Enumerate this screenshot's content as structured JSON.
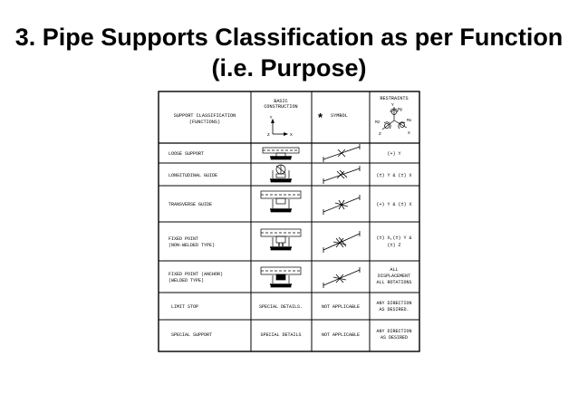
{
  "slide": {
    "title_line1": "3. Pipe Supports Classification as per Function",
    "title_line2": "(i.e. Purpose)"
  },
  "table": {
    "header": {
      "classification_line1": "SUPPORT CLASSIFICATION",
      "classification_line2": "(FUNCTIONS)",
      "basic_construction_line1": "BASIC",
      "basic_construction_line2": "CONSTRUCTION",
      "symbol_marker": "*",
      "symbol_label": "SYMBOL",
      "restraints_label": "RESTRAINTS",
      "axis_y": "Y",
      "axis_x": "X",
      "axis_z": "Z",
      "restraint_axis_y": "Y",
      "restraint_axis_z": "Z",
      "restraint_axis_x": "X",
      "restraint_my": "My",
      "restraint_mz": "Mz",
      "restraint_mx": "Mx"
    },
    "rows": [
      {
        "name_line1": "LOOSE SUPPORT",
        "name_line2": "",
        "construction": "",
        "symbol": "",
        "restraint_line1": "(+) Y",
        "restraint_line2": "",
        "restraint_line3": ""
      },
      {
        "name_line1": "LONGITUDINAL GUIDE",
        "name_line2": "",
        "construction": "",
        "symbol": "",
        "restraint_line1": "(±) Y & (±) X",
        "restraint_line2": "",
        "restraint_line3": ""
      },
      {
        "name_line1": "TRANSVERSE GUIDE",
        "name_line2": "",
        "construction": "",
        "symbol": "",
        "restraint_line1": "(+) Y & (±) X",
        "restraint_line2": "",
        "restraint_line3": ""
      },
      {
        "name_line1": "FIXED POINT",
        "name_line2": "(NON-WELDED TYPE)",
        "construction": "",
        "symbol": "",
        "restraint_line1": "(±) X,(±) Y &",
        "restraint_line2": "(±) Z",
        "restraint_line3": ""
      },
      {
        "name_line1": "FIXED POINT (ANCHOR)",
        "name_line2": "(WELDED TYPE)",
        "construction": "",
        "symbol": "",
        "restraint_line1": "ALL",
        "restraint_line2": "DISPLACEMENT",
        "restraint_line3": "ALL ROTATIONS"
      },
      {
        "name_line1": "LIMIT STOP",
        "name_line2": "",
        "construction": "SPECIAL DETAILS.",
        "symbol": "NOT APPLICABLE",
        "restraint_line1": "ANY DIRECTION",
        "restraint_line2": "AS DESIRED.",
        "restraint_line3": ""
      },
      {
        "name_line1": "SPECIAL SUPPORT",
        "name_line2": "",
        "construction": "SPECIAL DETAILS",
        "symbol": "NOT APPLICABLE",
        "restraint_line1": "ANY DIRECTION",
        "restraint_line2": "AS DESIRED",
        "restraint_line3": ""
      }
    ]
  }
}
